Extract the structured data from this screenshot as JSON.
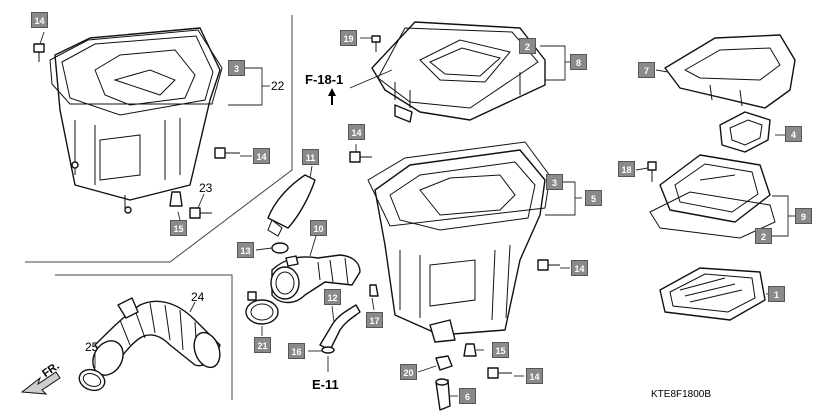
{
  "callouts": {
    "c1": "1",
    "c2a": "2",
    "c2b": "2",
    "c3a": "3",
    "c3b": "3",
    "c4": "4",
    "c5": "5",
    "c6": "6",
    "c7": "7",
    "c8": "8",
    "c9": "9",
    "c10": "10",
    "c11": "11",
    "c12": "12",
    "c13": "13",
    "c14a": "14",
    "c14b": "14",
    "c14c": "14",
    "c14d": "14",
    "c14e": "14",
    "c15a": "15",
    "c15b": "15",
    "c16": "16",
    "c17": "17",
    "c18": "18",
    "c19": "19",
    "c20": "20",
    "c21": "21"
  },
  "labels": {
    "l22": "22",
    "l23": "23",
    "l24": "24",
    "l25": "25"
  },
  "refs": {
    "f181": "F-18-1",
    "e11": "E-11",
    "front": "FR."
  },
  "diagram_code": "KTE8F1800B"
}
